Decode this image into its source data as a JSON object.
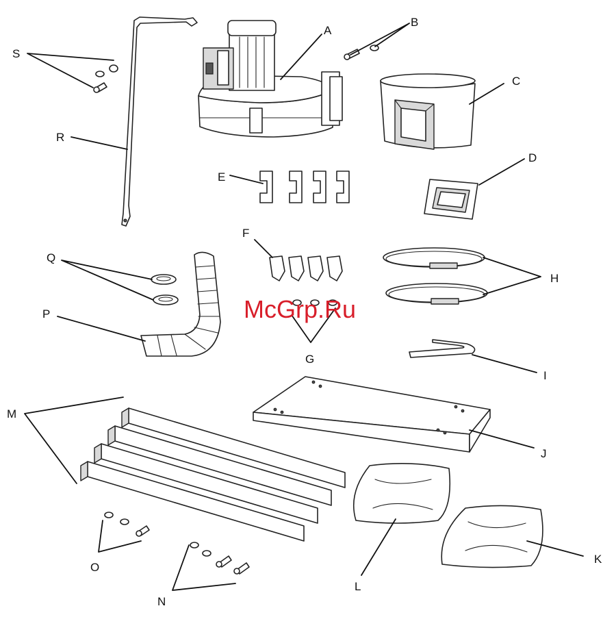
{
  "watermark": "McGrp.Ru",
  "labels": {
    "A": "A",
    "B": "B",
    "C": "C",
    "D": "D",
    "E": "E",
    "F": "F",
    "G": "G",
    "H": "H",
    "I": "I",
    "J": "J",
    "K": "K",
    "L": "L",
    "M": "M",
    "N": "N",
    "O": "O",
    "P": "P",
    "Q": "Q",
    "R": "R",
    "S": "S"
  },
  "colors": {
    "watermark": "#d81e2a",
    "line": "#222222",
    "shade": "#d9d9d9"
  }
}
